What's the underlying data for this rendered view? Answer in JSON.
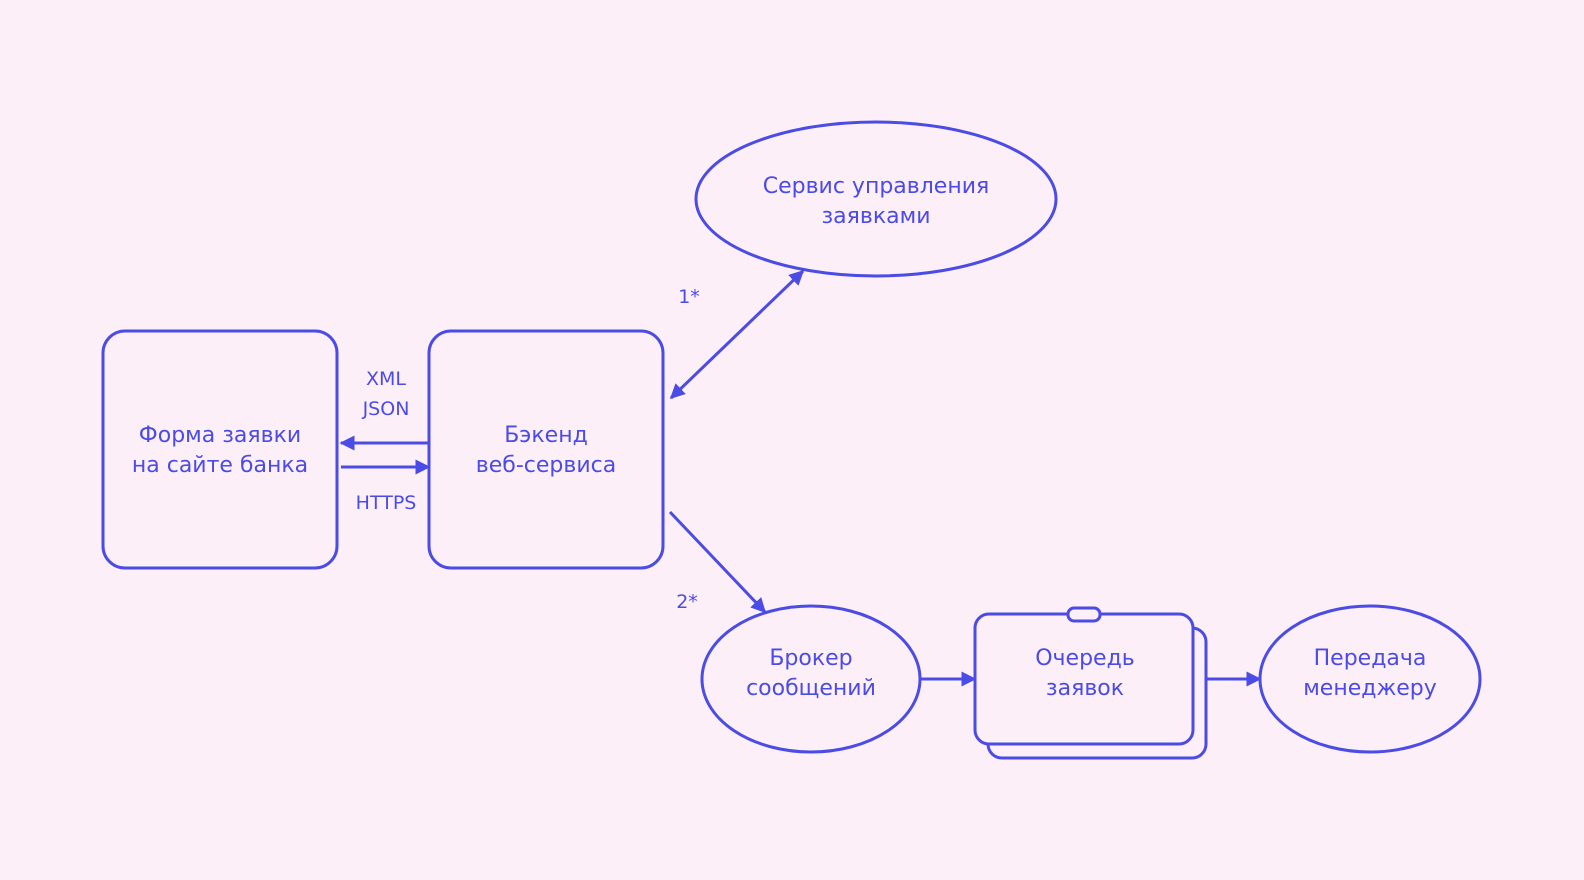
{
  "colors": {
    "background": "#FDEFF7",
    "accent": "#4B4BE6"
  },
  "nodes": {
    "form": {
      "line1": "Форма заявки",
      "line2": "на сайте банка"
    },
    "backend": {
      "line1": "Бэкенд",
      "line2": "веб-сервиса"
    },
    "request_service": {
      "line1": "Сервис управления",
      "line2": "заявками"
    },
    "broker": {
      "line1": "Брокер",
      "line2": "сообщений"
    },
    "queue": {
      "line1": "Очередь",
      "line2": "заявок"
    },
    "manager": {
      "line1": "Передача",
      "line2": "менеджеру"
    }
  },
  "edge_labels": {
    "xml": "XML",
    "json": "JSON",
    "https": "HTTPS",
    "one": "1*",
    "two": "2*"
  }
}
